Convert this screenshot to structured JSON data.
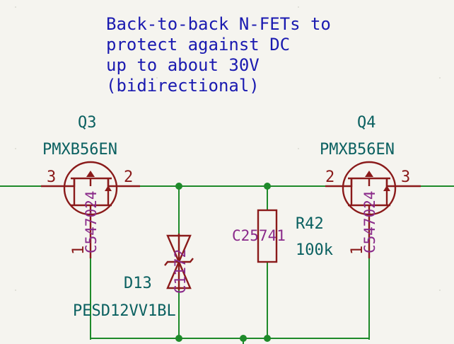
{
  "note": {
    "lines": [
      "Back-to-back N-FETs to",
      "protect against DC",
      "up to about 30V",
      "(bidirectional)"
    ]
  },
  "q3": {
    "ref": "Q3",
    "value": "PMXB56EN",
    "lcsc": "C547024",
    "pin_left": "3",
    "pin_right": "2",
    "pin_gate": "1"
  },
  "q4": {
    "ref": "Q4",
    "value": "PMXB56EN",
    "lcsc": "C547024",
    "pin_left": "2",
    "pin_right": "3",
    "pin_gate": "1"
  },
  "d13": {
    "ref": "D13",
    "value": "PESD12VV1BL",
    "lcsc": "C1172"
  },
  "r42": {
    "ref": "R42",
    "value": "100k",
    "lcsc": "C25741"
  },
  "colors": {
    "wire": "#1e8a2a",
    "symbol": "#8a1a1a",
    "reference": "#0a6060",
    "lcsc_field": "#8a2a8a",
    "note_text": "#1a1ab0",
    "background": "#f5f4ef"
  }
}
